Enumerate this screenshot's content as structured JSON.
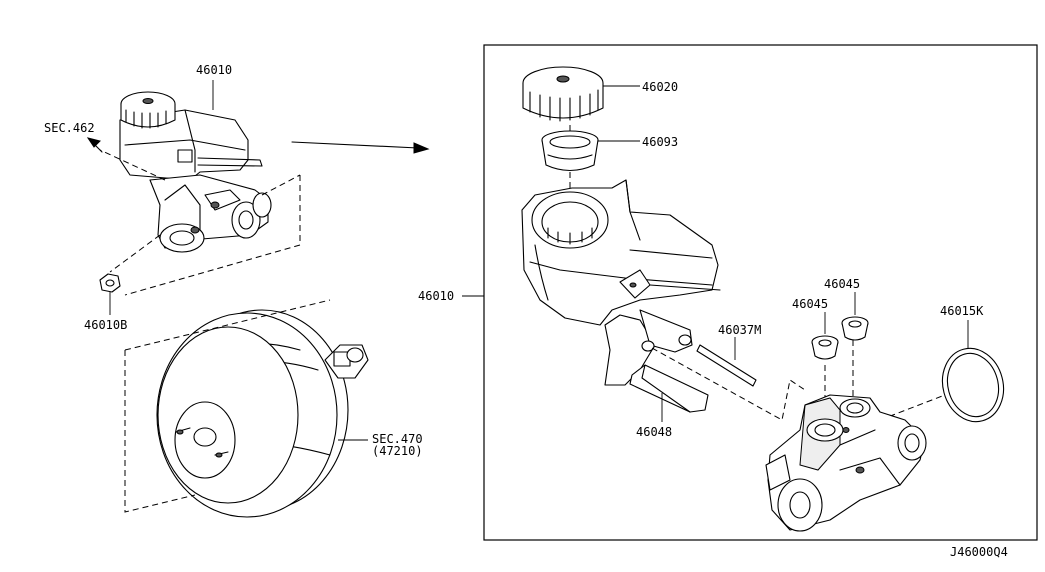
{
  "labels": {
    "master_cyl_top": "46010",
    "sec462": "SEC.462",
    "nut": "46010B",
    "sec470": "SEC.470",
    "sec470_sub": "(47210)",
    "master_cyl_detail": "46010",
    "cap": "46020",
    "strainer": "46093",
    "pin": "46037M",
    "grommet_a": "46045",
    "grommet_b": "46045",
    "oring": "46015K",
    "seal": "46048",
    "diagram_id": "J46000Q4"
  }
}
